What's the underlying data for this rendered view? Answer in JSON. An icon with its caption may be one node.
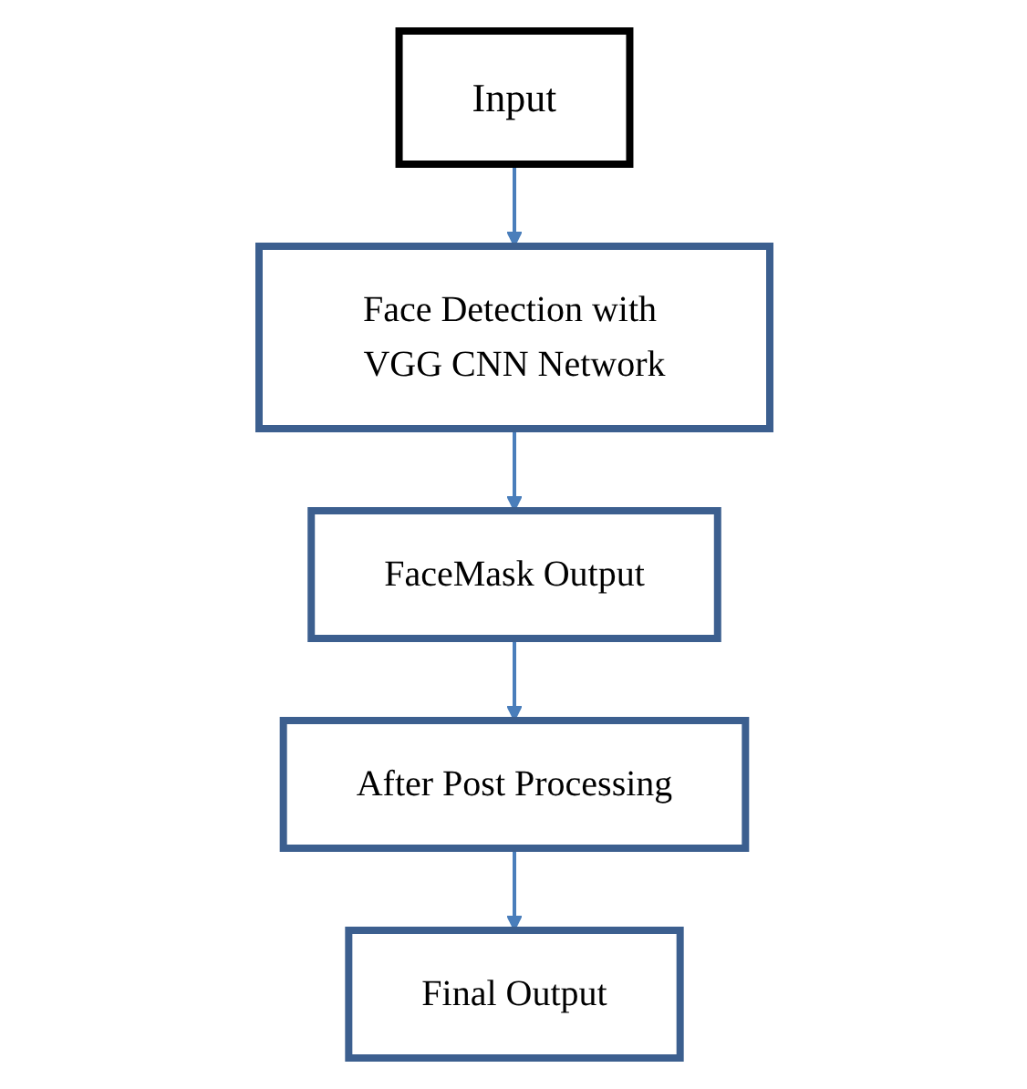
{
  "diagram": {
    "nodes": [
      {
        "text": [
          "Input"
        ]
      },
      {
        "text": [
          "Face Detection with VGG CNN Network"
        ]
      },
      {
        "text": [
          "FaceMask Output"
        ]
      },
      {
        "text": [
          "After Post Processing"
        ]
      },
      {
        "text": [
          "Final Output"
        ]
      }
    ],
    "edges": [
      {
        "from": 0,
        "to": 1,
        "arrow": "to"
      },
      {
        "from": 1,
        "to": 2,
        "arrow": "to"
      },
      {
        "from": 2,
        "to": 3,
        "arrow": "to"
      },
      {
        "from": 3,
        "to": 4,
        "arrow": "to"
      }
    ]
  }
}
